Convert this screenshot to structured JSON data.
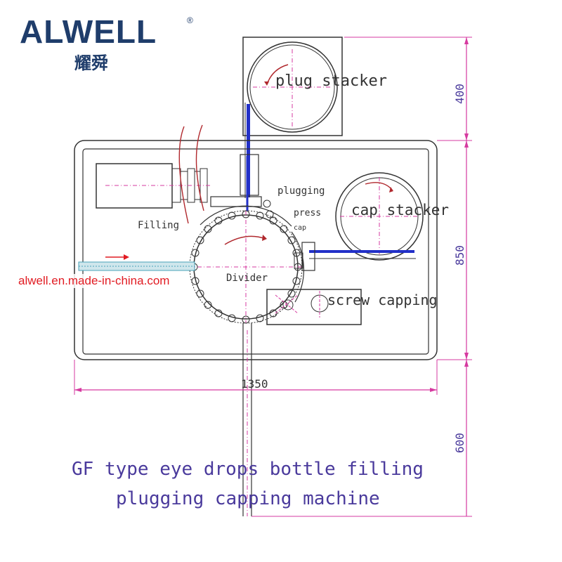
{
  "brand": {
    "name": "ALWELL",
    "registered": "®",
    "chinese": "耀舜"
  },
  "watermark": "alwell.en.made-in-china.com",
  "labels": {
    "plug_stacker": "plug stacker",
    "plugging": "plugging",
    "press": "press",
    "cap": "cap",
    "cap_stacker": "cap stacker",
    "filling": "Filling",
    "divider": "Divider",
    "screw_capping": "screw capping"
  },
  "dimensions": {
    "top": "400",
    "right": "850",
    "bottom_right": "600",
    "width": "1350"
  },
  "caption": {
    "line1": "GF type eye drops bottle filling",
    "line2": "plugging capping machine"
  },
  "colors": {
    "brand": "#1f3d6b",
    "watermark": "#e11b22",
    "dimension": "#d63aa0",
    "dim_text": "#4a3a9c",
    "blue": "#2230c8",
    "line": "#333333"
  }
}
